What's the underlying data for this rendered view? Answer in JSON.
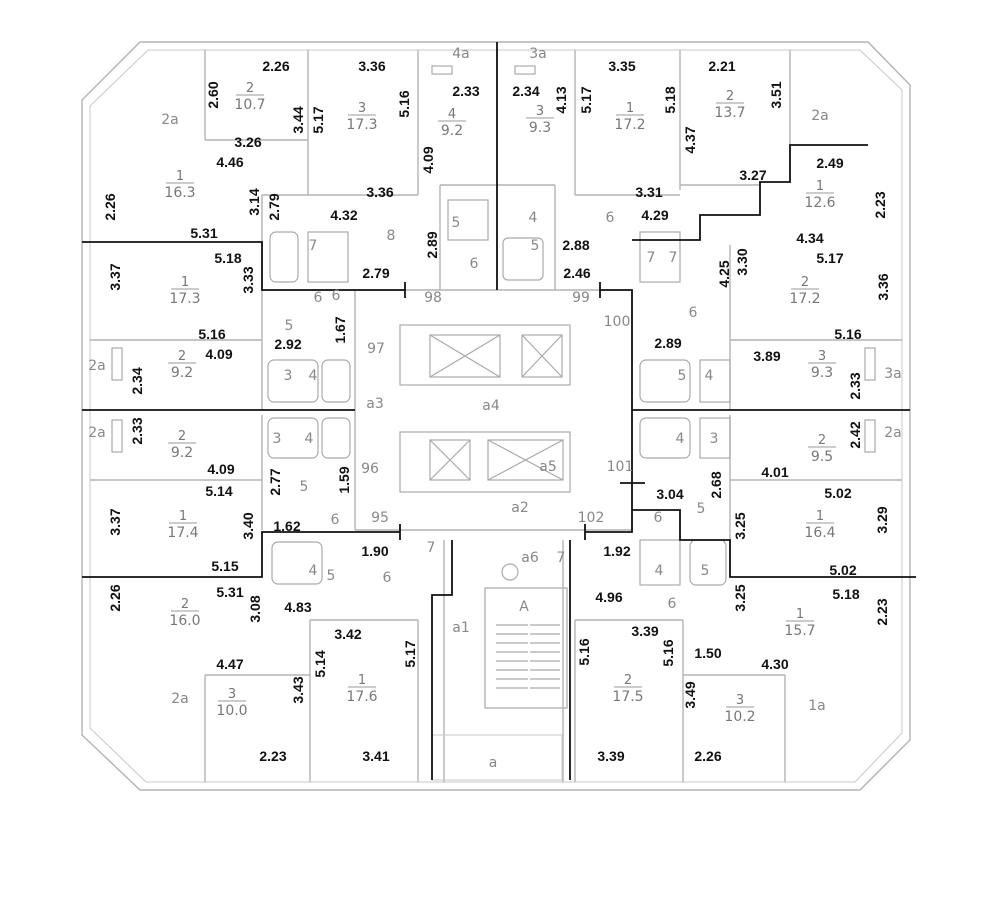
{
  "dimensions": [
    {
      "id": "d1",
      "text": "2.26"
    },
    {
      "id": "d2",
      "text": "3.36"
    },
    {
      "id": "d3",
      "text": "2.33"
    },
    {
      "id": "d4",
      "text": "2.34"
    },
    {
      "id": "d5",
      "text": "3.35"
    },
    {
      "id": "d6",
      "text": "2.21"
    },
    {
      "id": "d7",
      "text": "2.60"
    },
    {
      "id": "d8",
      "text": "3.44"
    },
    {
      "id": "d9",
      "text": "5.17"
    },
    {
      "id": "d10",
      "text": "5.16"
    },
    {
      "id": "d11",
      "text": "4.13"
    },
    {
      "id": "d12",
      "text": "5.17"
    },
    {
      "id": "d13",
      "text": "5.18"
    },
    {
      "id": "d14",
      "text": "3.51"
    },
    {
      "id": "d15",
      "text": "3.26"
    },
    {
      "id": "d16",
      "text": "4.46"
    },
    {
      "id": "d17",
      "text": "4.09"
    },
    {
      "id": "d18",
      "text": "4.37"
    },
    {
      "id": "d19",
      "text": "3.27"
    },
    {
      "id": "d20",
      "text": "2.49"
    },
    {
      "id": "d21",
      "text": "3.36"
    },
    {
      "id": "d22",
      "text": "3.31"
    },
    {
      "id": "d23",
      "text": "2.26"
    },
    {
      "id": "d24",
      "text": "3.14"
    },
    {
      "id": "d25",
      "text": "2.79"
    },
    {
      "id": "d26",
      "text": "4.32"
    },
    {
      "id": "d27",
      "text": "4.29"
    },
    {
      "id": "d28",
      "text": "2.23"
    },
    {
      "id": "d29",
      "text": "5.31"
    },
    {
      "id": "d30",
      "text": "2.89"
    },
    {
      "id": "d31",
      "text": "2.88"
    },
    {
      "id": "d32",
      "text": "4.34"
    },
    {
      "id": "d33",
      "text": "5.18"
    },
    {
      "id": "d34",
      "text": "2.79"
    },
    {
      "id": "d35",
      "text": "2.46"
    },
    {
      "id": "d36",
      "text": "5.17"
    },
    {
      "id": "d37",
      "text": "3.37"
    },
    {
      "id": "d38",
      "text": "3.33"
    },
    {
      "id": "d39",
      "text": "4.25"
    },
    {
      "id": "d40",
      "text": "3.30"
    },
    {
      "id": "d41",
      "text": "3.36"
    },
    {
      "id": "d42",
      "text": "5.16"
    },
    {
      "id": "d43",
      "text": "5.16"
    },
    {
      "id": "d44",
      "text": "4.09"
    },
    {
      "id": "d45",
      "text": "2.92"
    },
    {
      "id": "d46",
      "text": "1.67"
    },
    {
      "id": "d47",
      "text": "2.89"
    },
    {
      "id": "d48",
      "text": "3.89"
    },
    {
      "id": "d49",
      "text": "2.34"
    },
    {
      "id": "d50",
      "text": "2.33"
    },
    {
      "id": "d51",
      "text": "2.33"
    },
    {
      "id": "d52",
      "text": "2.42"
    },
    {
      "id": "d53",
      "text": "4.09"
    },
    {
      "id": "d54",
      "text": "2.77"
    },
    {
      "id": "d55",
      "text": "1.59"
    },
    {
      "id": "d56",
      "text": "4.01"
    },
    {
      "id": "d57",
      "text": "5.14"
    },
    {
      "id": "d58",
      "text": "3.04"
    },
    {
      "id": "d59",
      "text": "2.68"
    },
    {
      "id": "d60",
      "text": "5.02"
    },
    {
      "id": "d61",
      "text": "3.37"
    },
    {
      "id": "d62",
      "text": "3.40"
    },
    {
      "id": "d63",
      "text": "1.62"
    },
    {
      "id": "d64",
      "text": "3.25"
    },
    {
      "id": "d65",
      "text": "3.29"
    },
    {
      "id": "d66",
      "text": "1.90"
    },
    {
      "id": "d67",
      "text": "1.92"
    },
    {
      "id": "d68",
      "text": "5.15"
    },
    {
      "id": "d69",
      "text": "5.02"
    },
    {
      "id": "d70",
      "text": "5.31"
    },
    {
      "id": "d71",
      "text": "4.96"
    },
    {
      "id": "d72",
      "text": "5.18"
    },
    {
      "id": "d73",
      "text": "2.26"
    },
    {
      "id": "d74",
      "text": "3.08"
    },
    {
      "id": "d75",
      "text": "4.83"
    },
    {
      "id": "d76",
      "text": "3.25"
    },
    {
      "id": "d77",
      "text": "2.23"
    },
    {
      "id": "d78",
      "text": "3.42"
    },
    {
      "id": "d79",
      "text": "3.39"
    },
    {
      "id": "d80",
      "text": "5.17"
    },
    {
      "id": "d81",
      "text": "5.14"
    },
    {
      "id": "d82",
      "text": "5.16"
    },
    {
      "id": "d83",
      "text": "5.16"
    },
    {
      "id": "d84",
      "text": "1.50"
    },
    {
      "id": "d85",
      "text": "4.47"
    },
    {
      "id": "d86",
      "text": "4.30"
    },
    {
      "id": "d87",
      "text": "3.43"
    },
    {
      "id": "d88",
      "text": "3.49"
    },
    {
      "id": "d89",
      "text": "2.23"
    },
    {
      "id": "d90",
      "text": "3.41"
    },
    {
      "id": "d91",
      "text": "3.39"
    },
    {
      "id": "d92",
      "text": "2.26"
    }
  ],
  "rooms": [
    {
      "id": "r1",
      "num": "2",
      "area": "10.7"
    },
    {
      "id": "r2",
      "num": "3",
      "area": "17.3"
    },
    {
      "id": "r3",
      "num": "4",
      "area": "9.2"
    },
    {
      "id": "r4",
      "num": "3",
      "area": "9.3"
    },
    {
      "id": "r5",
      "num": "1",
      "area": "17.2"
    },
    {
      "id": "r6",
      "num": "2",
      "area": "13.7"
    },
    {
      "id": "r7",
      "num": "1",
      "area": "16.3"
    },
    {
      "id": "r8",
      "num": "1",
      "area": "12.6"
    },
    {
      "id": "r9",
      "num": "1",
      "area": "17.3"
    },
    {
      "id": "r10",
      "num": "2",
      "area": "17.2"
    },
    {
      "id": "r11",
      "num": "2",
      "area": "9.2"
    },
    {
      "id": "r12",
      "num": "3",
      "area": "9.3"
    },
    {
      "id": "r13",
      "num": "2",
      "area": "9.2"
    },
    {
      "id": "r14",
      "num": "2",
      "area": "9.5"
    },
    {
      "id": "r15",
      "num": "1",
      "area": "17.4"
    },
    {
      "id": "r16",
      "num": "1",
      "area": "16.4"
    },
    {
      "id": "r17",
      "num": "2",
      "area": "16.0"
    },
    {
      "id": "r18",
      "num": "1",
      "area": "15.7"
    },
    {
      "id": "r19",
      "num": "1",
      "area": "17.6"
    },
    {
      "id": "r20",
      "num": "2",
      "area": "17.5"
    },
    {
      "id": "r21",
      "num": "3",
      "area": "10.0"
    },
    {
      "id": "r22",
      "num": "3",
      "area": "10.2"
    }
  ],
  "labels": [
    {
      "id": "l1",
      "text": "4a"
    },
    {
      "id": "l2",
      "text": "3a"
    },
    {
      "id": "l3",
      "text": "2a"
    },
    {
      "id": "l4",
      "text": "2a"
    },
    {
      "id": "l5",
      "text": "5"
    },
    {
      "id": "l6",
      "text": "4"
    },
    {
      "id": "l7",
      "text": "8"
    },
    {
      "id": "l8",
      "text": "6"
    },
    {
      "id": "l9",
      "text": "6"
    },
    {
      "id": "l10",
      "text": "5"
    },
    {
      "id": "l11",
      "text": "6"
    },
    {
      "id": "l12",
      "text": "7"
    },
    {
      "id": "l13",
      "text": "7"
    },
    {
      "id": "l14",
      "text": "7"
    },
    {
      "id": "l15",
      "text": "98"
    },
    {
      "id": "l16",
      "text": "99"
    },
    {
      "id": "l17",
      "text": "6"
    },
    {
      "id": "l18",
      "text": "6"
    },
    {
      "id": "l19",
      "text": "100"
    },
    {
      "id": "l20",
      "text": "5"
    },
    {
      "id": "l21",
      "text": "97"
    },
    {
      "id": "l22",
      "text": "2a"
    },
    {
      "id": "l23",
      "text": "3"
    },
    {
      "id": "l24",
      "text": "4"
    },
    {
      "id": "l25",
      "text": "5"
    },
    {
      "id": "l26",
      "text": "4"
    },
    {
      "id": "l27",
      "text": "3a"
    },
    {
      "id": "l28",
      "text": "a3"
    },
    {
      "id": "l29",
      "text": "a4"
    },
    {
      "id": "l30",
      "text": "2a"
    },
    {
      "id": "l31",
      "text": "3"
    },
    {
      "id": "l32",
      "text": "4"
    },
    {
      "id": "l33",
      "text": "4"
    },
    {
      "id": "l34",
      "text": "3"
    },
    {
      "id": "l35",
      "text": "2a"
    },
    {
      "id": "l36",
      "text": "96"
    },
    {
      "id": "l37",
      "text": "a5"
    },
    {
      "id": "l38",
      "text": "101"
    },
    {
      "id": "l39",
      "text": "5"
    },
    {
      "id": "l40",
      "text": "a2"
    },
    {
      "id": "l41",
      "text": "5"
    },
    {
      "id": "l42",
      "text": "6"
    },
    {
      "id": "l43",
      "text": "95"
    },
    {
      "id": "l44",
      "text": "102"
    },
    {
      "id": "l45",
      "text": "6"
    },
    {
      "id": "l46",
      "text": "7"
    },
    {
      "id": "l47",
      "text": "a6"
    },
    {
      "id": "l48",
      "text": "7"
    },
    {
      "id": "l49",
      "text": "4"
    },
    {
      "id": "l50",
      "text": "5"
    },
    {
      "id": "l51",
      "text": "6"
    },
    {
      "id": "l52",
      "text": "4"
    },
    {
      "id": "l53",
      "text": "5"
    },
    {
      "id": "l54",
      "text": "6"
    },
    {
      "id": "l55",
      "text": "A"
    },
    {
      "id": "l56",
      "text": "a1"
    },
    {
      "id": "l57",
      "text": "2a"
    },
    {
      "id": "l58",
      "text": "1a"
    },
    {
      "id": "l59",
      "text": "a"
    }
  ]
}
